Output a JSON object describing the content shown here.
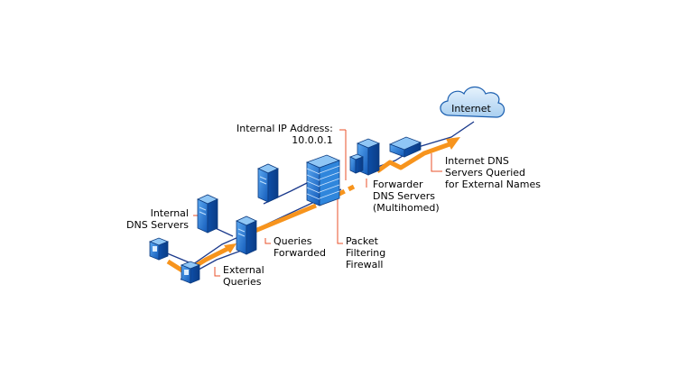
{
  "labels": {
    "internal_ip": "Internal IP Address:\n10.0.0.1",
    "internal_dns": "Internal\nDNS Servers",
    "external_queries": "External\nQueries",
    "queries_forwarded": "Queries\nForwarded",
    "packet_filtering": "Packet\nFiltering\nFirewall",
    "forwarder": "Forwarder\nDNS Servers\n(Multihomed)",
    "internet_dns": "Internet DNS\nServers Queried\nfor External Names",
    "internet": "Internet"
  },
  "colors": {
    "traffic_arrow": "#F7941D",
    "callout_line": "#E8502A",
    "network_line": "#1B3A8C",
    "device_blue": "#1E73D2",
    "cloud_fill": "#C7E1F7"
  }
}
